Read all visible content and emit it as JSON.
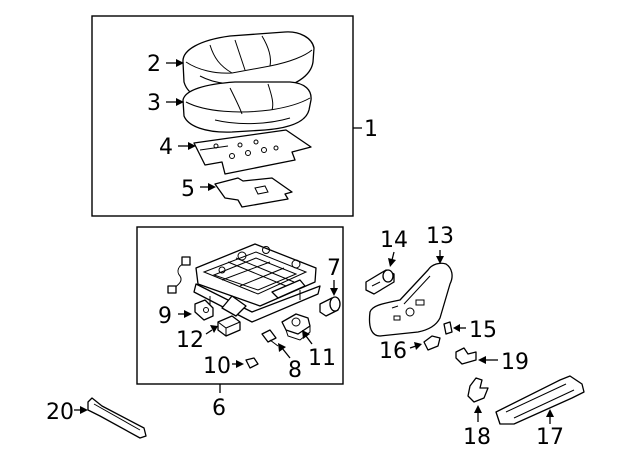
{
  "callouts": {
    "c1": "1",
    "c2": "2",
    "c3": "3",
    "c4": "4",
    "c5": "5",
    "c6": "6",
    "c7": "7",
    "c8": "8",
    "c9": "9",
    "c10": "10",
    "c11": "11",
    "c12": "12",
    "c13": "13",
    "c14": "14",
    "c15": "15",
    "c16": "16",
    "c17": "17",
    "c18": "18",
    "c19": "19",
    "c20": "20"
  },
  "colors": {
    "line": "#000000",
    "background": "#ffffff"
  }
}
